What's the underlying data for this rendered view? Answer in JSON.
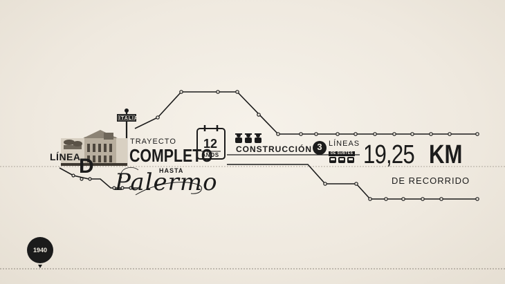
{
  "headline": {
    "line_label": "LÍNEA",
    "line_letter": "D",
    "route_label": "TRAYECTO",
    "route_value": "COMPLETO",
    "to_label": "HASTA",
    "destination": "Palermo",
    "station_sign": "ITALIA"
  },
  "stats": {
    "construction_years": "12",
    "construction_years_unit": "AÑOS",
    "construction_label": "CONSTRUCCIÓN",
    "lines_count": "3",
    "lines_label": "LÍNEAS",
    "lines_sublabel": "DE SUBTES",
    "distance_value": "19,25",
    "distance_unit": "KM",
    "distance_label": "DE RECORRIDO"
  },
  "timeline": {
    "current_year": "1940"
  },
  "colors": {
    "ink": "#1b1b1b",
    "paper": "#efe9df",
    "dashed": "#9a9388"
  },
  "icons": [
    "station-sign-icon",
    "building-illustration",
    "calendar-icon",
    "worker-icon",
    "subway-train-icon"
  ]
}
